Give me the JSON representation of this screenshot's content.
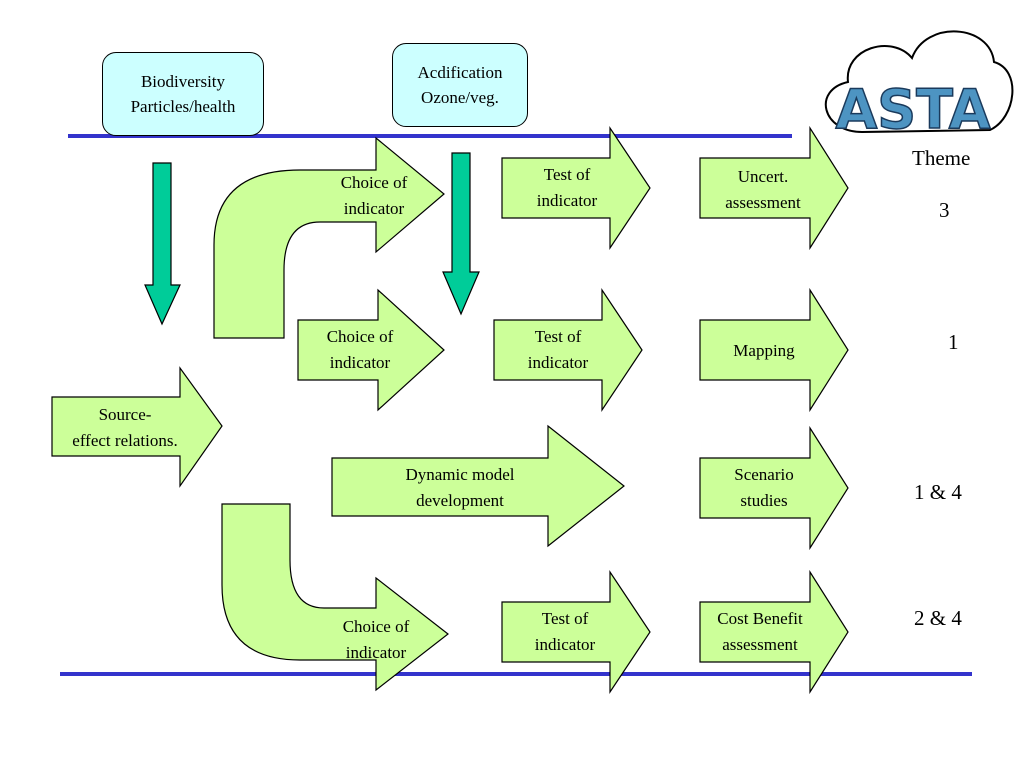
{
  "top_boxes": {
    "biodiversity": "Biodiversity\nParticles/health",
    "acidification": "Acdification\nOzone/veg."
  },
  "logo": {
    "text": "ASTA"
  },
  "theme": {
    "heading": "Theme",
    "row1": "3",
    "row2": "1",
    "row3": "1 & 4",
    "row4": "2 & 4"
  },
  "source": "Source-\neffect relations.",
  "row1": {
    "choice": "Choice of\nindicator",
    "test": "Test of\nindicator",
    "uncert": "Uncert.\nassessment"
  },
  "row2": {
    "choice": "Choice of\nindicator",
    "test": "Test of\nindicator",
    "mapping": "Mapping"
  },
  "row3": {
    "dynamic": "Dynamic model\ndevelopment",
    "scenario": "Scenario\nstudies"
  },
  "row4": {
    "choice": "Choice of\nindicator",
    "test": "Test of\nindicator",
    "cost": "Cost Benefit\nassessment"
  },
  "colors": {
    "arrow_fill": "#ccff99",
    "down_arrow": "#00cc99",
    "box_fill": "#ccffff",
    "rule": "#3333cc",
    "logo_text": "#4d94c2"
  }
}
